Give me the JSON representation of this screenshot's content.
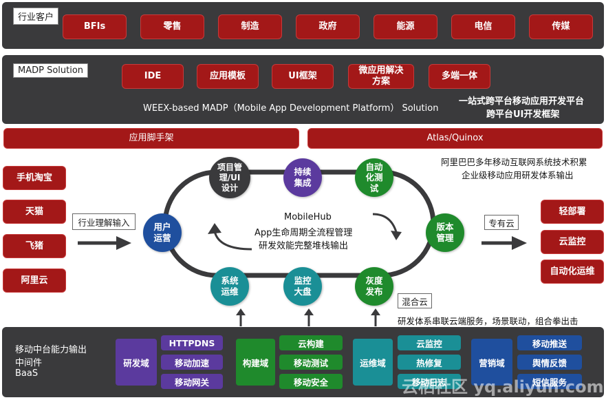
{
  "industry": {
    "label": "行业客户",
    "items": [
      "BFIs",
      "零售",
      "制造",
      "政府",
      "能源",
      "电信",
      "传媒"
    ]
  },
  "madp": {
    "label": "MADP Solution",
    "items": [
      "IDE",
      "应用模板",
      "UI框架",
      "微应用解决方案",
      "多端一体"
    ],
    "subtitle": "WEEX-based MADP（Mobile App Development Platform） Solution",
    "right_line1": "一站式跨平台移动应用开发平台",
    "right_line2": "跨平台UI开发框架"
  },
  "bars": {
    "left": "应用脚手架",
    "right": "Atlas/Quinox"
  },
  "alibaba_note": {
    "line1": "阿里巴巴多年移动互联网系统技术积累",
    "line2": "企业级移动应用研发体系输出"
  },
  "apps": [
    "手机淘宝",
    "天猫",
    "飞猪",
    "阿里云"
  ],
  "input_label": "行业理解输入",
  "cycle": {
    "user_ops": "用户运营",
    "project": "项目管理/UI设计",
    "continuous": "持续集成",
    "autotest": "自动化测试",
    "version": "版本管理",
    "gray": "灰度发布",
    "monitor": "监控大盘",
    "sysops": "系统运维",
    "center_title": "MobileHub",
    "center_line1": "App生命周期全流程管理",
    "center_line2": "研发效能完整堆栈输出"
  },
  "private_cloud": "专有云",
  "hybrid_cloud": "混合云",
  "outputs": [
    "轻部署",
    "云监控",
    "自动化运维"
  ],
  "bottom_note": "研发体系串联云端服务，场景联动，组合拳出击",
  "capability": {
    "label_line1": "移动中台能力输出",
    "label_line2": "中间件",
    "label_line3": "BaaS",
    "groups": [
      {
        "name": "研发域",
        "items": [
          "HTTPDNS",
          "移动加速",
          "移动网关"
        ],
        "color": "#5b3a9e"
      },
      {
        "name": "构建域",
        "items": [
          "云构建",
          "移动测试",
          "移动安全"
        ],
        "color": "#1f8a2c"
      },
      {
        "name": "运维域",
        "items": [
          "云监控",
          "热修复",
          "移动日志"
        ],
        "color": "#1a8f96"
      },
      {
        "name": "营销域",
        "items": [
          "移动推送",
          "舆情反馈",
          "短信服务"
        ],
        "color": "#1f4f9e"
      }
    ]
  },
  "watermark": "云栖社区 yq.aliyun.com"
}
